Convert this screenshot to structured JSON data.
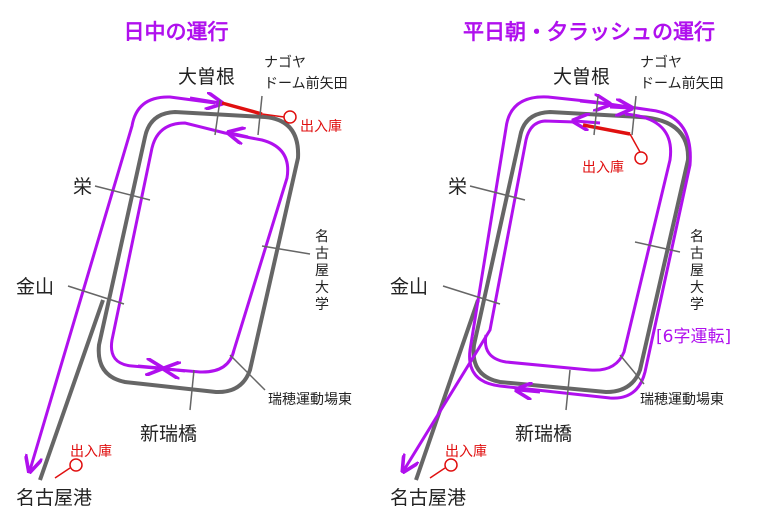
{
  "diagrams": [
    {
      "title": "日中の運行",
      "stations": {
        "ozone": "大曽根",
        "nagoya_dome_line1": "ナゴヤ",
        "nagoya_dome_line2": "ドーム前矢田",
        "sakae": "栄",
        "kanayama": "金山",
        "nagoya_univ": [
          "名",
          "古",
          "屋",
          "大",
          "学"
        ],
        "mizuho": "瑞穂運動場東",
        "shin_mizuhobashi": "新瑞橋",
        "nagoyako": "名古屋港"
      },
      "depot_label_top": "出入庫",
      "depot_label_bottom": "出入庫"
    },
    {
      "title": "平日朝・夕ラッシュの運行",
      "stations": {
        "ozone": "大曽根",
        "nagoya_dome_line1": "ナゴヤ",
        "nagoya_dome_line2": "ドーム前矢田",
        "sakae": "栄",
        "kanayama": "金山",
        "nagoya_univ": [
          "名",
          "古",
          "屋",
          "大",
          "学"
        ],
        "mizuho": "瑞穂運動場東",
        "shin_mizuhobashi": "新瑞橋",
        "nagoyako": "名古屋港"
      },
      "depot_label_top": "出入庫",
      "depot_label_bottom": "出入庫",
      "note": "[6字運転]"
    }
  ],
  "colors": {
    "track": "#666666",
    "route": "#b010ee",
    "depot": "#e01010"
  }
}
